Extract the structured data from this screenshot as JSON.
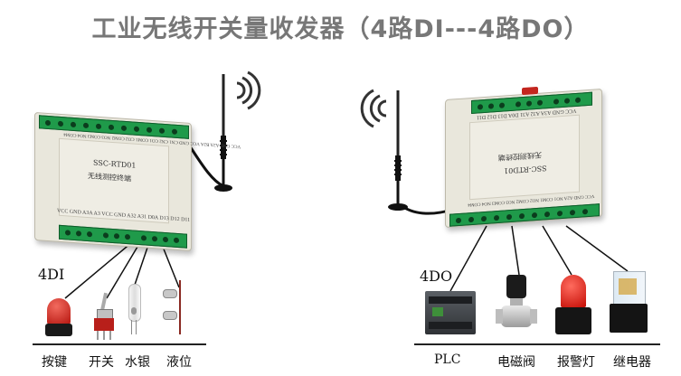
{
  "title": "工业无线开关量收发器（4路DI---4路DO）",
  "transmitter": {
    "model": "SSC-RTD01",
    "name": "无线测控终端",
    "top_pins": "VCC GND A2A B2A  VCC GND CN1 CN2  CO1 COM1 CO2 COM2  NO3 COM3 NO4 COM4",
    "bottom_pins": "VCC GND A3A  A3 VCC GND  A32 A31 D0A  D13 D12 D11"
  },
  "receiver": {
    "model": "SSC-RTD01",
    "name": "无线测控终端",
    "top_pins": "VCC GND A3A  A32 A31 D0A  D13 D12 D11",
    "bottom_pins": "VCC GND A2A  NO1 COM1 NO2 COM2  NO3 COM3 NO4 COM4"
  },
  "di_label": "4DI",
  "do_label": "4DO",
  "inputs": [
    "按键",
    "开关",
    "水银",
    "液位"
  ],
  "outputs": [
    "PLC",
    "电磁阀",
    "报警灯",
    "继电器"
  ],
  "colors": {
    "terminal": "#1f9a4a",
    "module": "#e9e7dc",
    "title": "#777777"
  }
}
